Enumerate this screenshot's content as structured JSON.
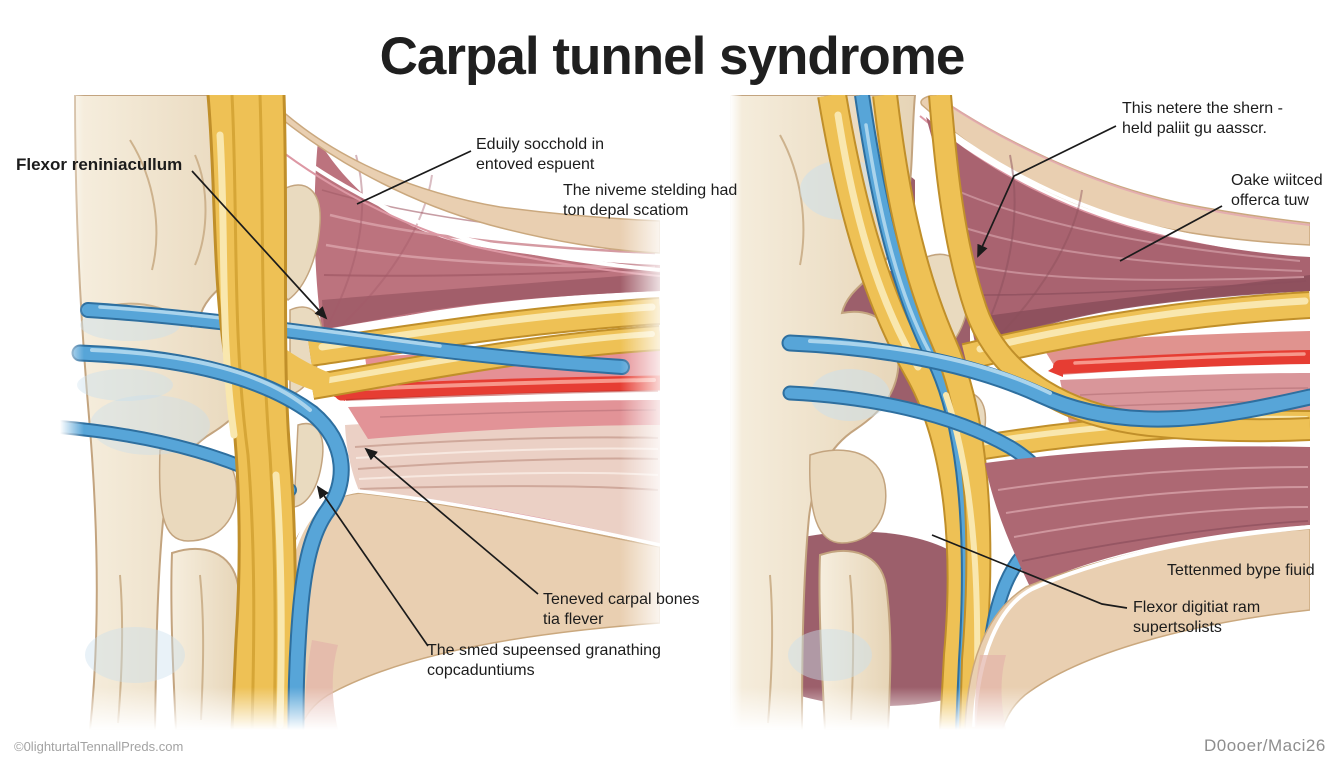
{
  "title": "Carpal tunnel syndrome",
  "left_panel": {
    "labels": {
      "flexor_retinaculum": "Flexor reniniacullum",
      "top_center_1": "Eduily socchold in\nentoved espuent",
      "top_center_2": "The niveme stelding had\nton depal scatiom",
      "bottom_1": "Teneved carpal bones\ntia flever",
      "bottom_2": "The smed supeensed granathing\ncopcaduntiums"
    }
  },
  "right_panel": {
    "labels": {
      "top_1": "This netere the shern -\nheld paliit gu aasscr.",
      "top_2": "Oake wiitced\nofferca tuw",
      "bottom_1": "Tettenmed bype fiuid",
      "bottom_2": "Flexor digitiat ram\nsupertsolists"
    }
  },
  "footer": {
    "watermark": "©0lighturtalTennallPreds.com",
    "credit": "D0ooer/Maci26"
  },
  "palette": {
    "bone": "#f1e7d6",
    "bone_outline": "#c3a47f",
    "tendon": "#eec155",
    "tendon_dark": "#c08f2a",
    "tendon_light": "#f9e7ae",
    "nerve": "#57a5d8",
    "nerve_dark": "#2e6f9f",
    "nerve_light": "#aad4ec",
    "artery": "#e63d33",
    "artery_light": "#f7978b",
    "muscle_left": "#bc737e",
    "muscle_right": "#a96370",
    "muscle_deep": "#9e5a66",
    "fascia": "#ebd0c5",
    "skin": "#e9cfb1",
    "skin_edge": "#caa87e",
    "ink": "#1b1b1b"
  }
}
